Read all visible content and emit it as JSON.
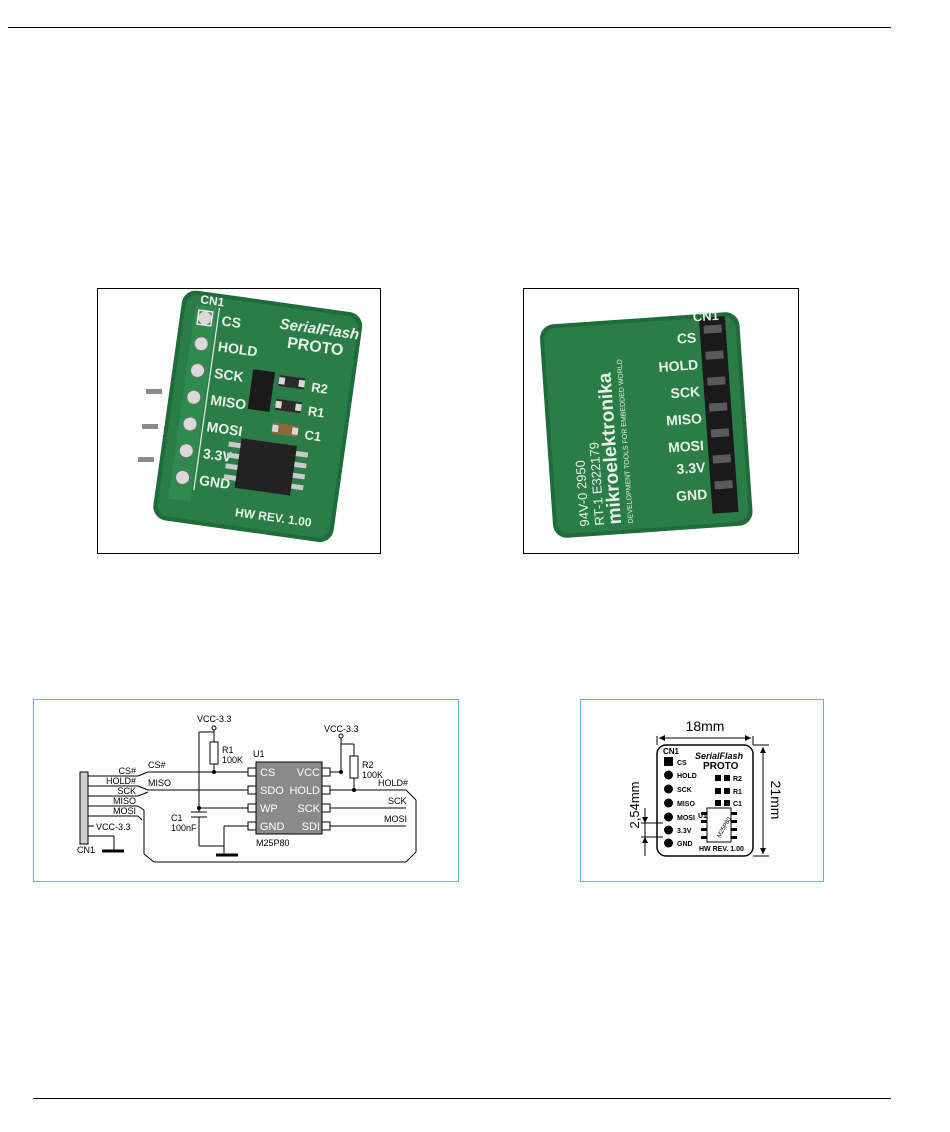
{
  "front_photo": {
    "board_title_line1": "SerialFlash",
    "board_title_line2": "PROTO",
    "connector": "CN1",
    "pins": [
      "CS",
      "HOLD",
      "SCK",
      "MISO",
      "MOSI",
      "3.3V",
      "GND"
    ],
    "parts": [
      "R2",
      "R1",
      "C1"
    ],
    "revision": "HW REV. 1.00"
  },
  "back_photo": {
    "connector": "CN1",
    "pins": [
      "CS",
      "HOLD",
      "SCK",
      "MISO",
      "MOSI",
      "3.3V",
      "GND"
    ],
    "brand": "mikroelektronika",
    "brand_tagline": "DEVELOPMENT TOOLS FOR EMBEDDED WORLD",
    "cert_line1": "94V-0 2950",
    "cert_line2": "RT-1 E322179"
  },
  "schematic": {
    "vcc_left": "VCC-3.3",
    "vcc_right": "VCC-3.3",
    "r1": "R1",
    "r1_value": "100K",
    "r2": "R2",
    "r2_value": "100K",
    "c1": "C1",
    "c1_value": "100nF",
    "u1": "U1",
    "chip_name": "M25P80",
    "chip_left_pins": [
      "CS",
      "SDO",
      "WP",
      "GND"
    ],
    "chip_right_pins": [
      "VCC",
      "HOLD",
      "SCK",
      "SDI"
    ],
    "connector_labels": [
      "CS#",
      "HOLD#",
      "SCK",
      "MISO",
      "MOSI",
      "VCC-3.3"
    ],
    "connector_name": "CN1",
    "net_cs": "CS#",
    "net_miso": "MISO",
    "net_hold": "HOLD#",
    "net_sck": "SCK",
    "net_mosi": "MOSI"
  },
  "dimensions": {
    "width_label": "18mm",
    "height_label": "21mm",
    "pitch_label": "2,54mm",
    "connector": "CN1",
    "title_line1": "SerialFlash",
    "title_line2": "PROTO",
    "pins": [
      "CS",
      "HOLD",
      "SCK",
      "MISO",
      "MOSI",
      "3.3V",
      "GND"
    ],
    "parts": [
      "R2",
      "R1",
      "C1"
    ],
    "u1": "U1",
    "chip_marking": "M25P80",
    "revision": "HW REV. 1.00"
  }
}
